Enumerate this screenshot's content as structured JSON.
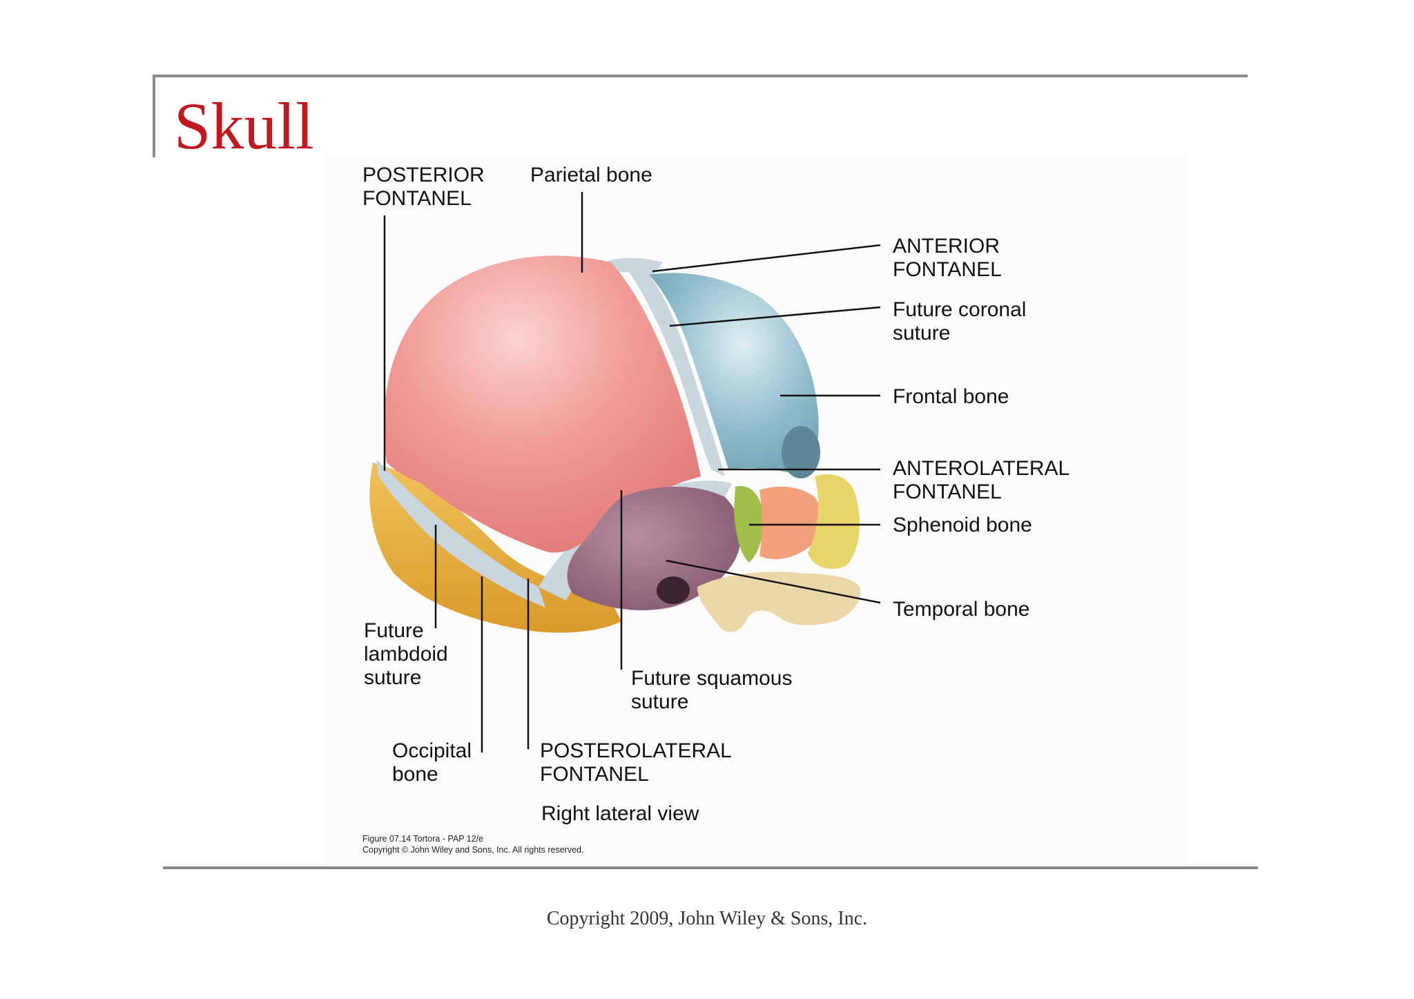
{
  "slide": {
    "title": "Skull",
    "view_label": "Right lateral view",
    "figure_caption_line1": "Figure 07.14  Tortora - PAP 12/e",
    "figure_caption_line2": "Copyright © John Wiley and Sons, Inc. All rights reserved.",
    "copyright": "Copyright 2009, John Wiley & Sons, Inc."
  },
  "labels": {
    "posterior_fontanel": "POSTERIOR\nFONTANEL",
    "parietal_bone": "Parietal bone",
    "anterior_fontanel": "ANTERIOR\nFONTANEL",
    "future_coronal_suture": "Future coronal\nsuture",
    "frontal_bone": "Frontal bone",
    "anterolateral_fontanel": "ANTEROLATERAL\nFONTANEL",
    "sphenoid_bone": "Sphenoid bone",
    "temporal_bone": "Temporal bone",
    "future_lambdoid_suture": "Future\nlambdoid\nsuture",
    "future_squamous_suture": "Future squamous\nsuture",
    "occipital_bone": "Occipital\nbone",
    "posterolateral_fontanel": "POSTEROLATERAL\nFONTANEL"
  },
  "colors": {
    "title": "#c0181e",
    "parietal": "#ef8f8c",
    "frontal": "#8fbccb",
    "occipital": "#e4ad3c",
    "temporal": "#9a6a80",
    "sphenoid": "#9fbf4a",
    "zygomatic": "#f2a07a",
    "maxilla": "#e6d66a",
    "mandible": "#ead7a8",
    "membrane": "#c9d6de"
  }
}
